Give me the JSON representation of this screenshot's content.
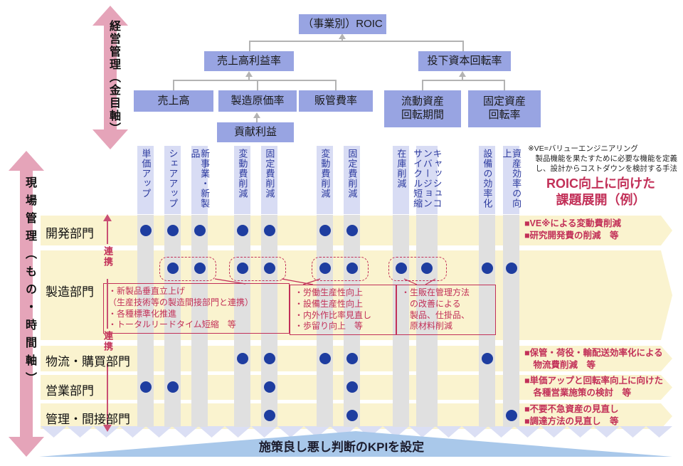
{
  "tree": {
    "root": "（事業別）ROIC",
    "profit_ratio": "売上高利益率",
    "capital_turnover": "投下資本回転率",
    "sales": "売上高",
    "cogs_ratio": "製造原価率",
    "sga_ratio": "販管費率",
    "current_assets": "流動資産\n回転期間",
    "fixed_assets": "固定資産\n回転率",
    "contribution": "貢献利益"
  },
  "axis": {
    "top": "経営管理（金目軸）",
    "left": "現場管理（もの・時間軸）",
    "collab1": "連携",
    "collab2": "連携"
  },
  "columns": [
    "単価アップ",
    "シェアアップ",
    "新事業・新製品",
    "変動費削減",
    "固定費削減",
    "変動費削減",
    "固定費削減",
    "在庫削減",
    "キャッシュコンバージョン\nサイクル短縮",
    "設備の効率化",
    "資産効率の向上"
  ],
  "rows": [
    {
      "label": "開発部門",
      "dots": [
        1,
        2,
        3,
        4,
        5,
        6,
        7
      ],
      "note": "■VE※による変動費削減\n■研究開発費の削減　等"
    },
    {
      "label": "製造部門",
      "dots": [
        2,
        3,
        4,
        5,
        6,
        7,
        8,
        9,
        10,
        11
      ],
      "note": ""
    },
    {
      "label": "物流・購買部門",
      "dots": [
        4,
        5,
        6,
        7,
        10
      ],
      "note": "■保管・荷役・輸配送効率化による\n　物流費削減　等"
    },
    {
      "label": "営業部門",
      "dots": [
        1,
        2,
        5,
        7
      ],
      "note": "■単価アップと回転率向上に向けた\n　各種営業施策の検討　等"
    },
    {
      "label": "管理・間接部門",
      "dots": [
        5,
        7,
        11
      ],
      "note": "■不要不急資産の見直し\n■調達方法の見直し　等"
    }
  ],
  "callouts": [
    "・新製品垂直立上げ\n（生産技術等の製造間接部門と連携）\n・各種標準化推進\n・トータルリードタイム短縮　等",
    "・労働生産性向上\n・設備生産性向上\n・内外作比率見直し\n・歩留り向上　等",
    "・生販在管理方法\n　の改善による\n　製品、仕掛品、\n　原材料削減"
  ],
  "ve_note": "※VE=バリューエンジニアリング\n　製品機能を果たすために必要な機能を定義\n　し、設計からコストダウンを検討する手法",
  "right_title": "ROIC向上に向けた\n課題展開（例）",
  "bottom_banner": "施策良し悪し判断のKPIを設定",
  "colors": {
    "tree_box": "#98A4E2",
    "column_strip": "#D8DCF4",
    "gray_band": "#E0E0E0",
    "row_yellow": "#FAF3CF",
    "dot_navy": "#1E3DA0",
    "crimson": "#C23058",
    "pink_arrow": "#E5A4B9",
    "banner_blue": "#A9C8EA",
    "connector_gray": "#B3B3B3",
    "column_text_navy": "#2C3A9E"
  }
}
